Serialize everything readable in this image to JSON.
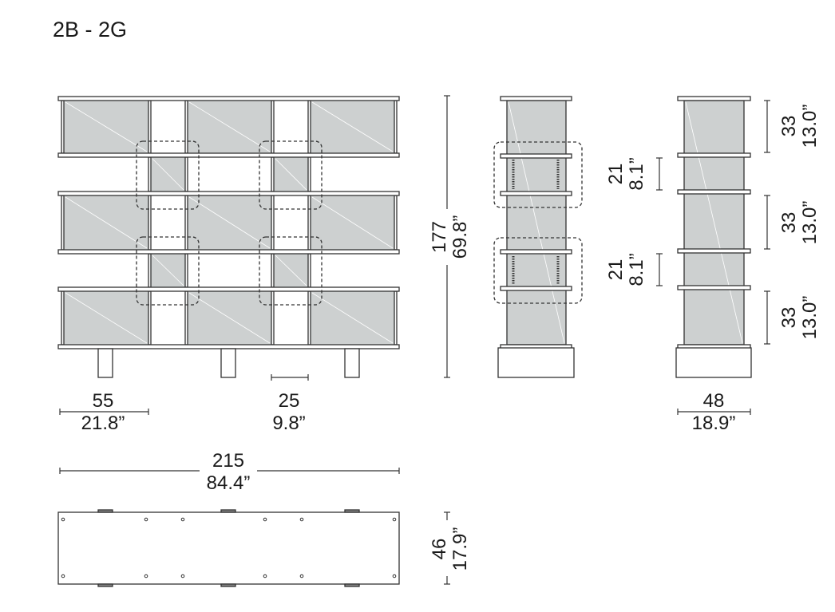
{
  "title": "2B - 2G",
  "colors": {
    "glass": "#cdd0d0",
    "line": "#333333",
    "leg_tab": "#888888"
  },
  "dimensions": {
    "height": {
      "cm": "177",
      "in": "69.8”"
    },
    "width_total": {
      "cm": "215",
      "in": "84.4”"
    },
    "bay_wide": {
      "cm": "55",
      "in": "21.8”"
    },
    "bay_narrow": {
      "cm": "25",
      "in": "9.8”"
    },
    "depth_side": {
      "cm": "48",
      "in": "18.9”"
    },
    "depth_plan": {
      "cm": "46",
      "in": "17.9”"
    },
    "open_tier_1": {
      "cm": "21",
      "in": "8.1”"
    },
    "open_tier_2": {
      "cm": "21",
      "in": "8.1”"
    },
    "glass_tier_1": {
      "cm": "33",
      "in": "13.0”"
    },
    "glass_tier_2": {
      "cm": "33",
      "in": "13.0”"
    },
    "glass_tier_3": {
      "cm": "33",
      "in": "13.0”"
    }
  }
}
